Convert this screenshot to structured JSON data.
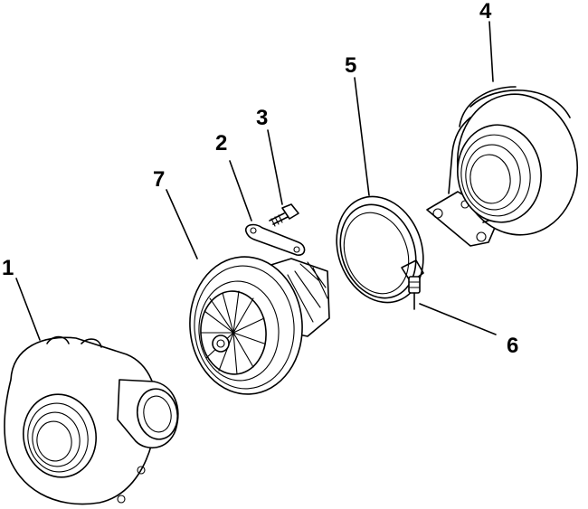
{
  "diagram": {
    "callouts": [
      {
        "label": "1",
        "part": "compressor-housing"
      },
      {
        "label": "2",
        "part": "lock-plate"
      },
      {
        "label": "3",
        "part": "bolt"
      },
      {
        "label": "4",
        "part": "turbine-housing"
      },
      {
        "label": "5",
        "part": "v-band-clamp"
      },
      {
        "label": "6",
        "part": "clamp-nut"
      },
      {
        "label": "7",
        "part": "center-housing-rotating-assembly"
      }
    ]
  }
}
